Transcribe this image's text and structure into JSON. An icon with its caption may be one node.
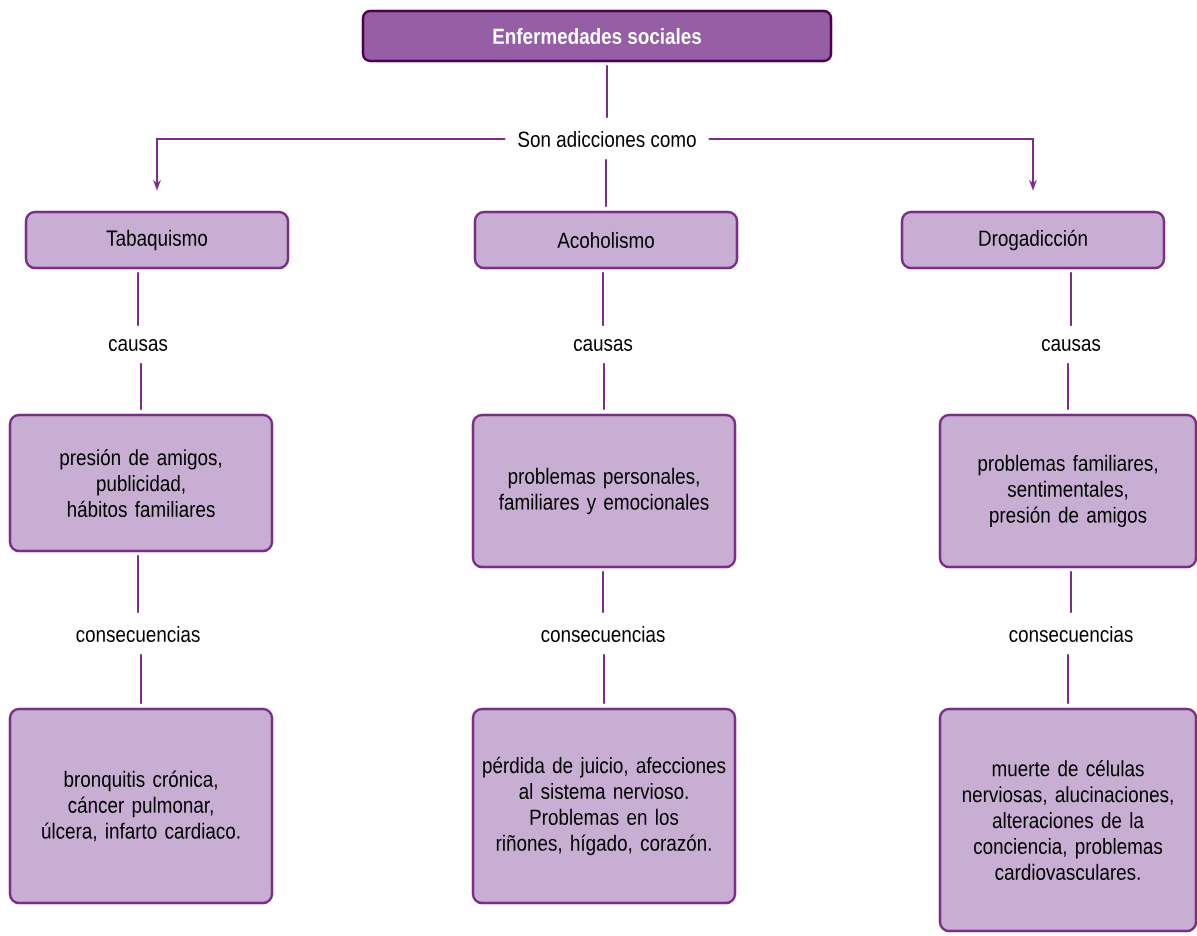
{
  "diagram": {
    "nodes": [
      {
        "text": [
          "Enfermedades sociales"
        ]
      },
      {
        "text": [
          "Son adicciones como"
        ]
      },
      {
        "text": [
          "Tabaquismo"
        ]
      },
      {
        "text": [
          "Acoholismo"
        ]
      },
      {
        "text": [
          "Drogadicción"
        ]
      },
      {
        "text": [
          "causas"
        ]
      },
      {
        "text": [
          "causas"
        ]
      },
      {
        "text": [
          "causas"
        ]
      },
      {
        "text": [
          "presión de amigos, publicidad, hábitos familiares"
        ]
      },
      {
        "text": [
          "problemas personales, familiares y emocionales"
        ]
      },
      {
        "text": [
          "problemas familiares, sentimentales, presión de amigos"
        ]
      },
      {
        "text": [
          "consecuencias"
        ]
      },
      {
        "text": [
          "consecuencias"
        ]
      },
      {
        "text": [
          "consecuencias"
        ]
      },
      {
        "text": [
          "bronquitis crónica, cáncer pulmonar, úlcera, infarto cardiaco."
        ]
      },
      {
        "text": [
          "pérdida de juicio, afecciones al sistema nervioso. Problemas en los riñones, hígado, corazón."
        ]
      },
      {
        "text": [
          "muerte de células nerviosas, alucinaciones, alteraciones de la conciencia, problemas cardiovasculares."
        ]
      }
    ],
    "edges": [
      {
        "from": 0,
        "to": 1,
        "arrow": "none"
      },
      {
        "from": 1,
        "to": 2,
        "arrow": "to"
      },
      {
        "from": 1,
        "to": 3,
        "arrow": "none"
      },
      {
        "from": 1,
        "to": 4,
        "arrow": "to"
      },
      {
        "from": 2,
        "to": 5,
        "arrow": "none"
      },
      {
        "from": 3,
        "to": 6,
        "arrow": "none"
      },
      {
        "from": 4,
        "to": 7,
        "arrow": "none"
      },
      {
        "from": 5,
        "to": 8,
        "arrow": "none"
      },
      {
        "from": 6,
        "to": 9,
        "arrow": "none"
      },
      {
        "from": 7,
        "to": 10,
        "arrow": "none"
      },
      {
        "from": 8,
        "to": 11,
        "arrow": "none"
      },
      {
        "from": 9,
        "to": 12,
        "arrow": "none"
      },
      {
        "from": 10,
        "to": 13,
        "arrow": "none"
      },
      {
        "from": 11,
        "to": 14,
        "arrow": "none"
      },
      {
        "from": 12,
        "to": 15,
        "arrow": "none"
      },
      {
        "from": 13,
        "to": 16,
        "arrow": "none"
      }
    ]
  }
}
